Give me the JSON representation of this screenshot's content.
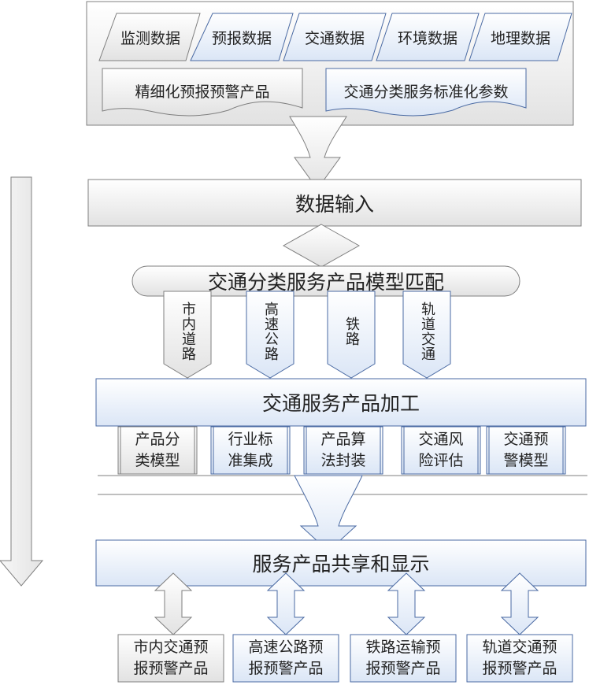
{
  "input_block": {
    "data_types": [
      "监测数据",
      "预报数据",
      "交通数据",
      "环境数据",
      "地理数据"
    ],
    "doc_left": "精细化预报预警产品",
    "doc_right": "交通分类服务标准化参数"
  },
  "stages": {
    "data_input": "数据输入",
    "matching": "交通分类服务产品模型匹配",
    "processing": "交通服务产品加工",
    "sharing": "服务产品共享和显示"
  },
  "categories": [
    "市内道路",
    "高速公路",
    "铁路",
    "轨道交通"
  ],
  "processing_modules": [
    {
      "line1": "产品分",
      "line2": "类模型"
    },
    {
      "line1": "行业标",
      "line2": "准集成"
    },
    {
      "line1": "产品算",
      "line2": "法封装"
    },
    {
      "line1": "交通风",
      "line2": "险评估"
    },
    {
      "line1": "交通预",
      "line2": "警模型"
    }
  ],
  "outputs": [
    {
      "line1": "市内交通预",
      "line2": "报预警产品"
    },
    {
      "line1": "高速公路预",
      "line2": "报预警产品"
    },
    {
      "line1": "铁路运输预",
      "line2": "报预警产品"
    },
    {
      "line1": "轨道交通预",
      "line2": "报预警产品"
    }
  ],
  "colors": {
    "border_gray": "#7f7f7f",
    "border_blue": "#4a6aa3",
    "fill_light": "#f3f3f3",
    "fill_blue": "#eaf1fb"
  }
}
